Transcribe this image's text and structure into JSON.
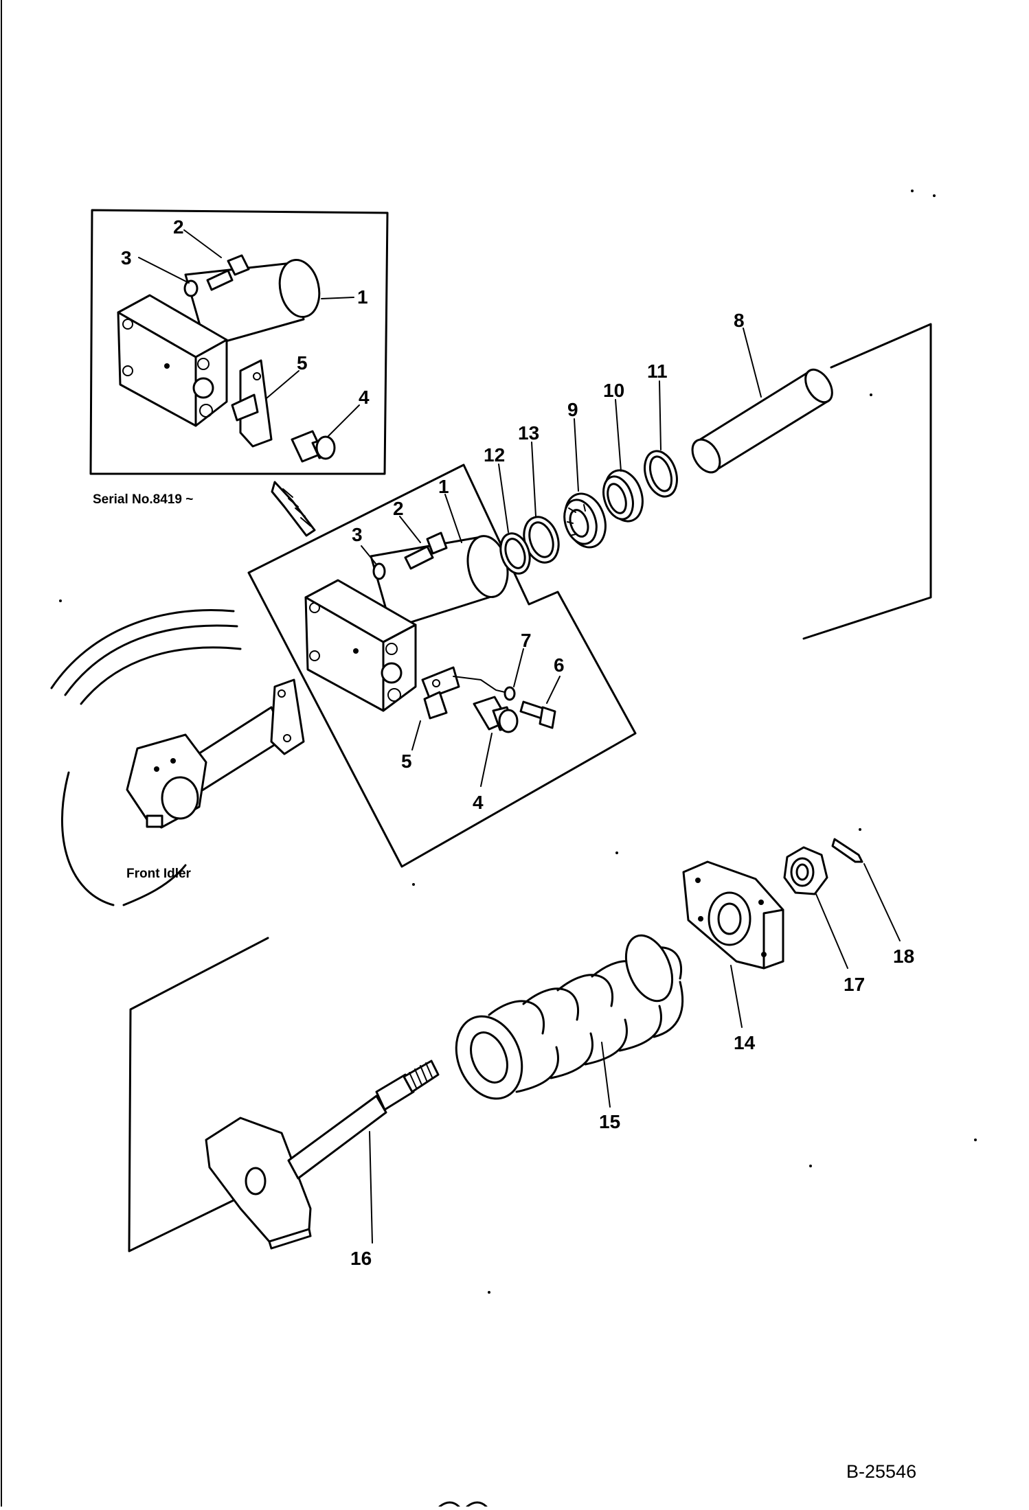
{
  "callouts": {
    "p1": "1",
    "p2": "2",
    "p3": "3",
    "p4": "4",
    "p5": "5",
    "p6": "6",
    "p7": "7",
    "p8": "8",
    "p9": "9",
    "p10": "10",
    "p11": "11",
    "p12": "12",
    "p13": "13",
    "p14": "14",
    "p15": "15",
    "p16": "16",
    "p17": "17",
    "p18": "18"
  },
  "notes": {
    "serial": "Serial No.8419 ~",
    "front_idler": "Front Idler"
  },
  "document_number": "B-25546"
}
